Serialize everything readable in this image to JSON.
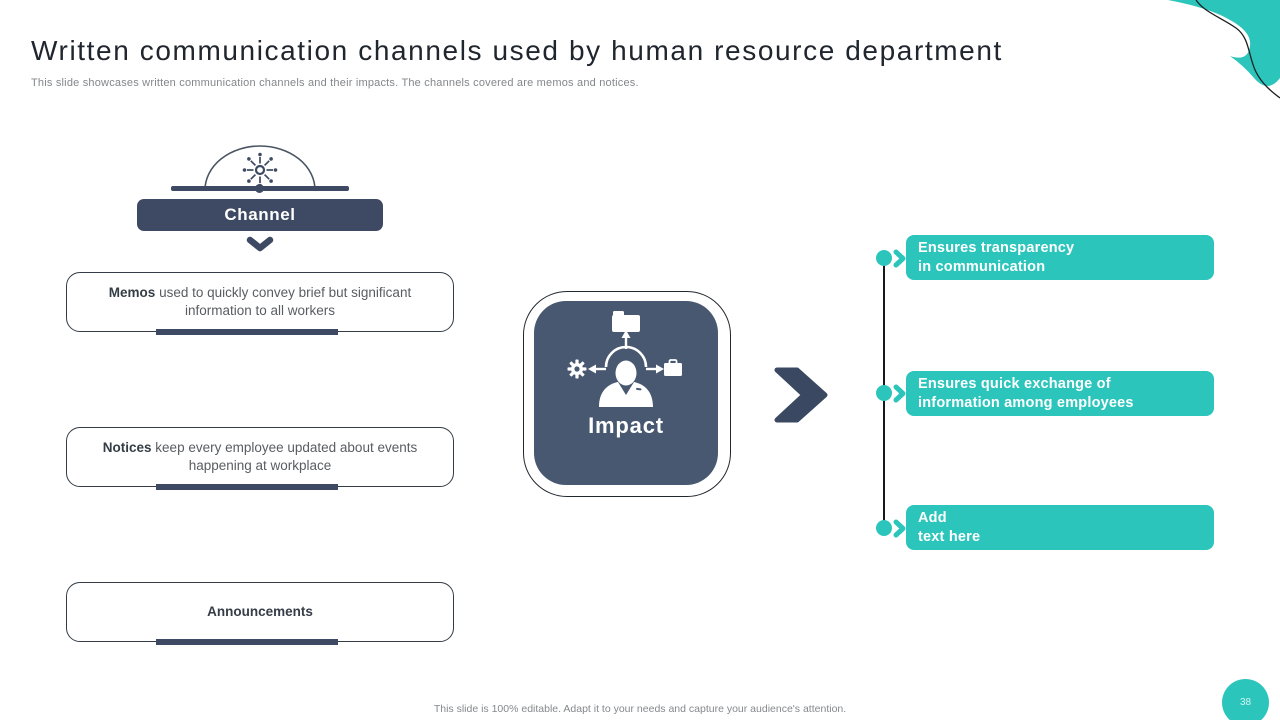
{
  "slide": {
    "title": "Written communication channels used by human resource department",
    "subtitle": "This slide showcases written communication channels and their impacts. The channels covered are memos and notices.",
    "footer": "This slide is 100% editable. Adapt it to your needs and capture your audience's attention.",
    "page_number": "38"
  },
  "channel": {
    "header_label": "Channel",
    "items": [
      {
        "bold": "Memos",
        "rest": " used to quickly convey brief but significant information to all workers"
      },
      {
        "bold": "Notices",
        "rest": " keep every employee updated about events happening at workplace"
      },
      {
        "bold": "Announcements",
        "rest": ""
      }
    ]
  },
  "impact": {
    "label": "Impact"
  },
  "impacts": {
    "items": [
      {
        "line1": "Ensures transparency",
        "line2": "in communication"
      },
      {
        "line1": "Ensures quick exchange of",
        "line2": "information among employees"
      },
      {
        "line1": "Add",
        "line2": "text here"
      }
    ]
  },
  "icons": {
    "header_icon": "hub-network-icon",
    "channel_pointer": "chevron-down-icon",
    "impact_icon": "person-workflow-icon",
    "flow_arrow": "chevron-right-icon",
    "connector_marker": "dot-chevron-icon",
    "corner_shape": "teal-blob-decoration"
  },
  "colors": {
    "teal": "#2cc5bc",
    "slate": "#3e4a63",
    "impact_fill": "#485870",
    "title_text": "#20262e",
    "body_gray": "#595d62",
    "muted_gray": "#85898d"
  }
}
